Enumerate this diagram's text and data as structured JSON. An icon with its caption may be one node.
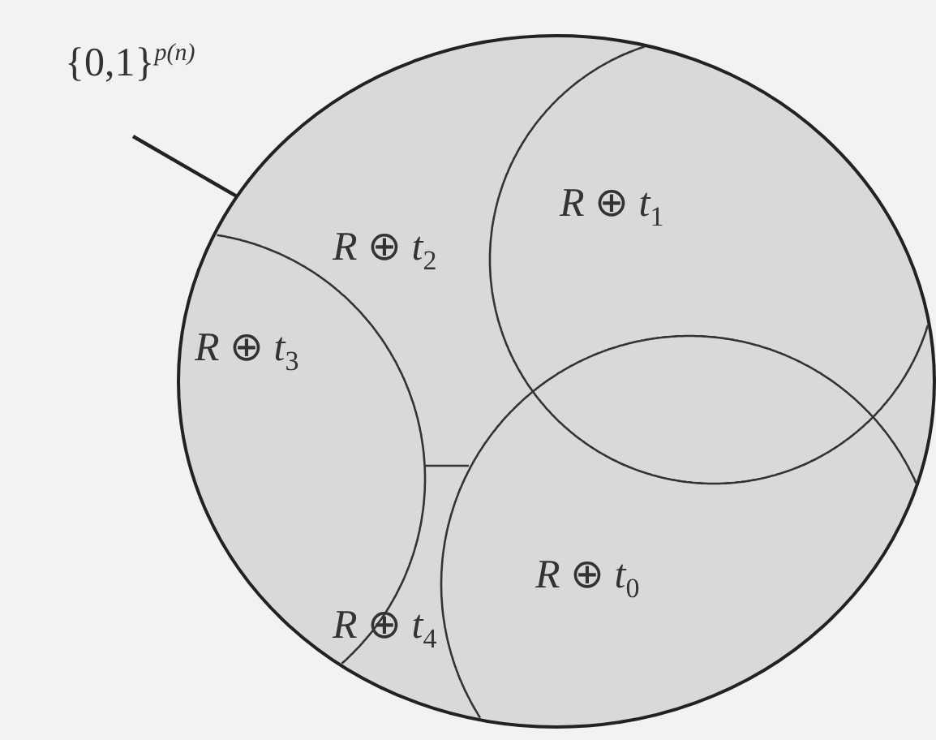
{
  "diagram": {
    "nodes": [
      {
        "text": [
          "{0,1}$^{p(n)}$"
        ]
      },
      {
        "text": [
          "*R* ⊕ *t*$_{2}$",
          "*R* ⊕ *t*$_{4}$"
        ]
      },
      {
        "text": [
          "*R* ⊕ *t*$_{1}$"
        ],
        "in": 1
      },
      {
        "text": [
          "*R* ⊕ *t*$_{3}$"
        ],
        "in": 1
      },
      {
        "text": [
          "*R* ⊕ *t*$_{0}$"
        ],
        "in": 1
      }
    ],
    "edges": [
      {
        "from": 0,
        "to": 1,
        "arrow": "none"
      }
    ]
  }
}
